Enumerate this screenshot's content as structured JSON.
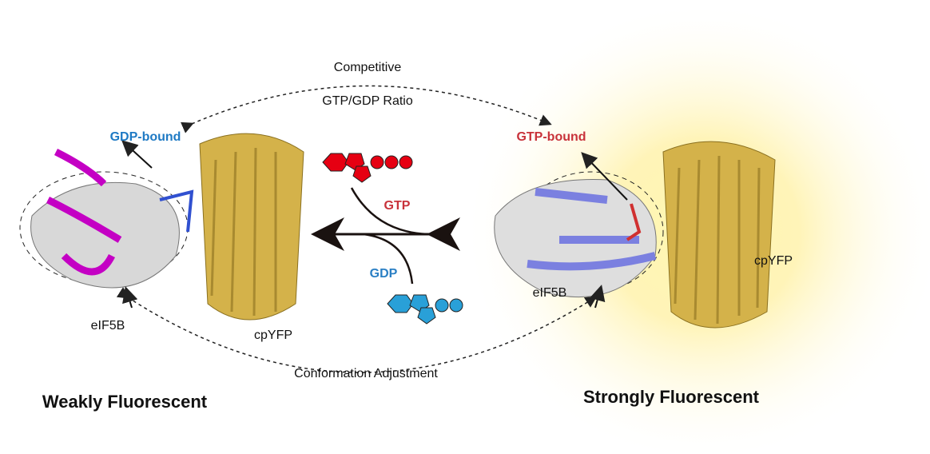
{
  "top_arc": {
    "line1": "Competitive",
    "line2": "GTP/GDP Ratio"
  },
  "bottom_arc": {
    "label": "Conformation Adjustment"
  },
  "left_state": {
    "bound_label": "GDP-bound",
    "protein_label": "eIF5B",
    "sensor_label": "cpYFP",
    "title": "Weakly Fluorescent"
  },
  "right_state": {
    "bound_label": "GTP-bound",
    "protein_label": "eIF5B",
    "sensor_label": "cpYFP",
    "title": "Strongly Fluorescent"
  },
  "center": {
    "gtp_label": "GTP",
    "gdp_label": "GDP"
  },
  "colors": {
    "gtp": "#e60012",
    "gdp": "#29a0d8",
    "gtp_text": "#c8323a",
    "gdp_text": "#1f7ac4",
    "yfp": "#d4b24a",
    "glow": "#fff3a0",
    "magenta": "#c400c4",
    "slate": "#7b80e0"
  }
}
